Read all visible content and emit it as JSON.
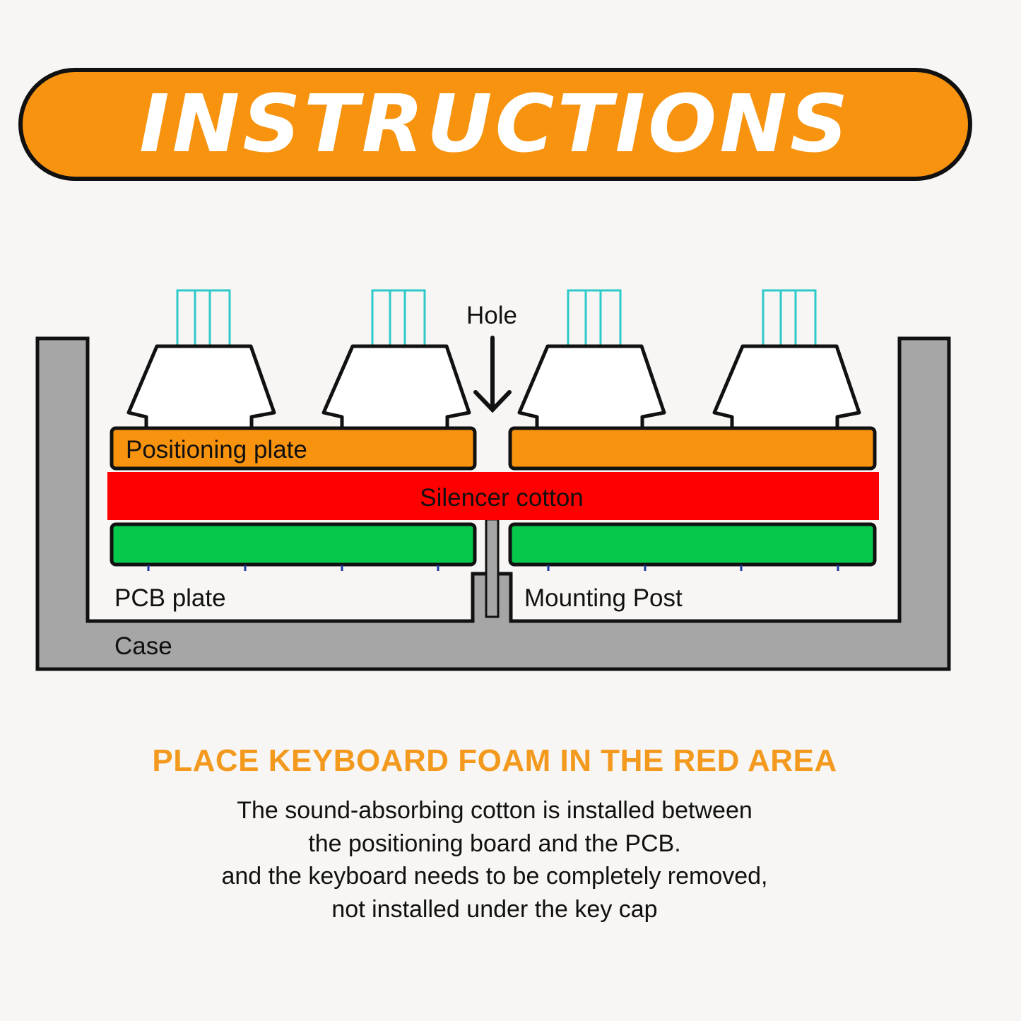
{
  "banner": {
    "title": "INSTRUCTIONS"
  },
  "diagram": {
    "labels": {
      "hole": "Hole",
      "positioning_plate": "Positioning plate",
      "silencer_cotton": "Silencer cotton",
      "pcb_plate": "PCB plate",
      "mounting_post": "Mounting Post",
      "case": "Case"
    },
    "colors": {
      "positioning_plate": "#f7930f",
      "silencer_cotton": "#ff0000",
      "pcb": "#06c84a",
      "case": "#a6a6a6",
      "switch_stem": "#2ec9c9"
    },
    "icons": [
      "down-arrow-icon"
    ]
  },
  "headline": "PLACE KEYBOARD FOAM IN THE RED AREA",
  "body_lines": [
    "The sound-absorbing cotton is installed between",
    "the positioning board and the PCB.",
    "and the keyboard needs to be completely removed,",
    "not installed under the key cap"
  ]
}
